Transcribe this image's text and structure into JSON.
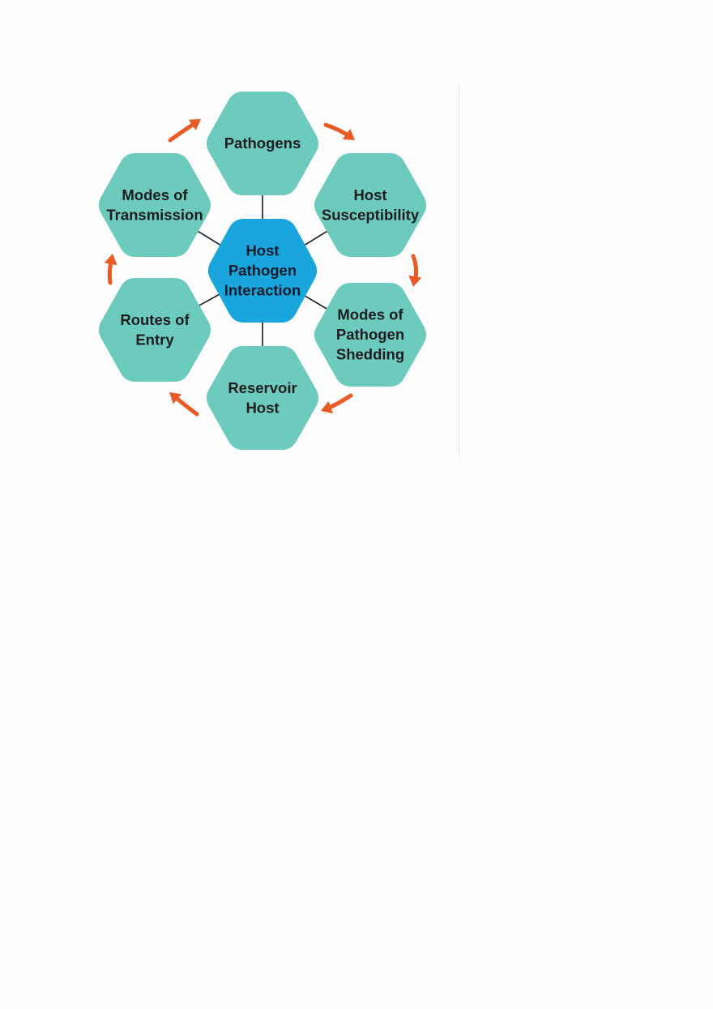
{
  "diagram": {
    "center": {
      "label_lines": [
        "Host",
        "Pathogen",
        "Interaction"
      ]
    },
    "nodes": [
      {
        "id": "pathogens",
        "label_lines": [
          "Pathogens"
        ]
      },
      {
        "id": "host-susceptibility",
        "label_lines": [
          "Host",
          "Susceptibility"
        ]
      },
      {
        "id": "modes-of-pathogen-shedding",
        "label_lines": [
          "Modes of",
          "Pathogen",
          "Shedding"
        ]
      },
      {
        "id": "reservoir-host",
        "label_lines": [
          "Reservoir",
          "Host"
        ]
      },
      {
        "id": "routes-of-entry",
        "label_lines": [
          "Routes of",
          "Entry"
        ]
      },
      {
        "id": "modes-of-transmission",
        "label_lines": [
          "Modes of",
          "Transmission"
        ]
      }
    ],
    "cycle_direction": "clockwise",
    "colors": {
      "outer_hexagon": "#6dcbbe",
      "center_hexagon": "#19a6dd",
      "arrow": "#e95a25",
      "connector": "#1a1a1a",
      "text": "#1d1d1d"
    }
  }
}
